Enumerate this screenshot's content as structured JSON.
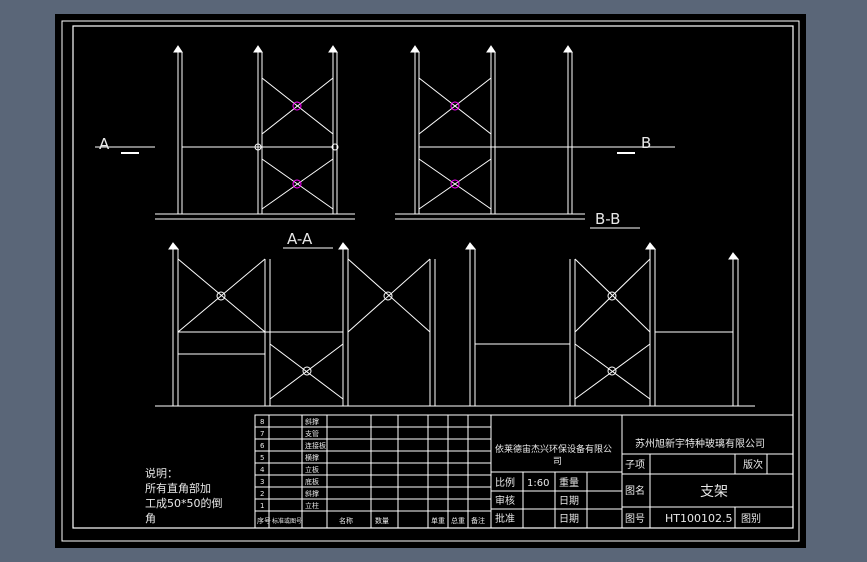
{
  "view_labels": {
    "a_left": "A",
    "b_right": "B",
    "bb": "B-B",
    "aa": "A-A"
  },
  "note": {
    "line1": "说明：",
    "line2": "所有直角部加",
    "line3": "工成50*50的倒",
    "line4": "角"
  },
  "title_block": {
    "company": "苏州旭新宇特种玻璃有限公司",
    "client": "依莱德宙杰兴环保设备有限公",
    "client_cont": "司",
    "scale_label": "比例",
    "scale_value": "1:60",
    "weight_label": "重量",
    "review_label": "审核",
    "approve_label": "批准",
    "date_label1": "日期",
    "date_label2": "日期",
    "subitem_label": "子项",
    "revision_label": "版次",
    "name_label": "图名",
    "name_value": "支架",
    "drawing_no_label": "图号",
    "drawing_no_value": "HT100102.5",
    "sheet_label": "图别"
  },
  "bom": {
    "headers": [
      "序号",
      "标准或图号",
      "名称",
      "数量",
      "单重",
      "总重",
      "备注"
    ],
    "rows": [
      {
        "no": "8",
        "name": "斜撑"
      },
      {
        "no": "7",
        "name": "支管"
      },
      {
        "no": "6",
        "name": "连接板"
      },
      {
        "no": "5",
        "name": "横撑"
      },
      {
        "no": "4",
        "name": "立板"
      },
      {
        "no": "3",
        "name": "底板"
      },
      {
        "no": "2",
        "name": "斜撑"
      },
      {
        "no": "1",
        "name": "立柱"
      }
    ]
  }
}
